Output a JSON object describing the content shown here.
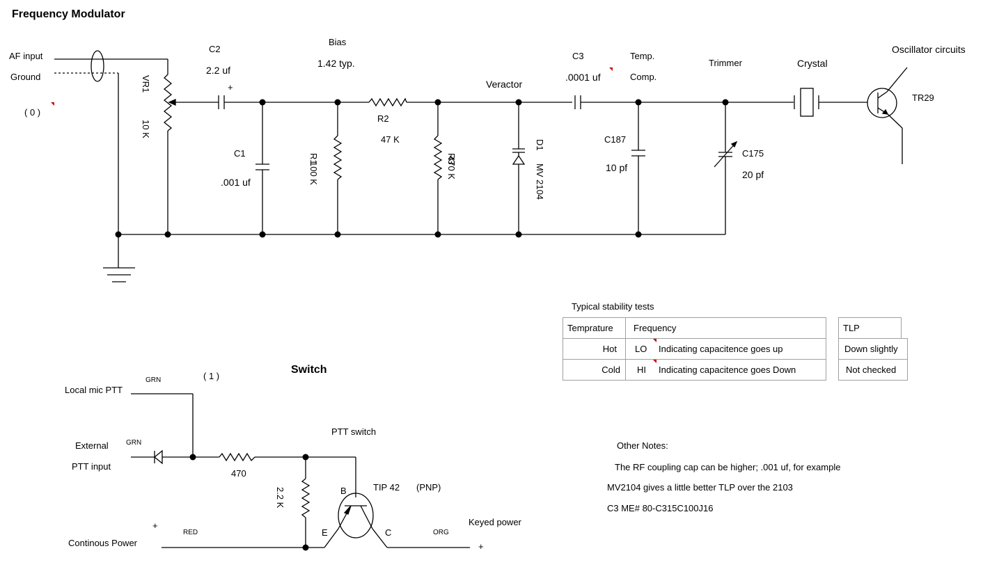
{
  "title": "Frequency Modulator",
  "modulator": {
    "af_input": "AF input",
    "ground": "Ground",
    "node0": "( 0 )",
    "vr1_name": "VR1",
    "vr1_value": "10 K",
    "c2_name": "C2",
    "c2_value": "2.2 uf",
    "c2_plus": "+",
    "c1_name": "C1",
    "c1_value": ".001 uf",
    "bias_label": "Bias",
    "bias_value": "1.42 typ.",
    "r1_name": "R1",
    "r1_value": "100 K",
    "r2_name": "R2",
    "r2_value": "47 K",
    "r3_name": "R3",
    "r3_value": "470 K",
    "veractor": "Veractor",
    "d1_name": "D1",
    "d1_value": "MV 2104",
    "c3_name": "C3",
    "c3_value": ".0001 uf",
    "temp_label": "Temp.",
    "comp_label": "Comp.",
    "c187_name": "C187",
    "c187_value": "10 pf",
    "trimmer": "Trimmer",
    "c175_name": "C175",
    "c175_value": "20 pf",
    "crystal": "Crystal",
    "osc": "Oscillator circuits",
    "tr29": "TR29"
  },
  "stability": {
    "title": "Typical stability tests",
    "header_temp": "Temprature",
    "header_freq": "Frequency",
    "header_tlp": "TLP",
    "rows": [
      {
        "temp": "Hot",
        "code": "LO",
        "desc": "Indicating capacitence goes up",
        "tlp": "Down slightly"
      },
      {
        "temp": "Cold",
        "code": "HI",
        "desc": "Indicating capacitence goes Down",
        "tlp": "Not checked"
      }
    ]
  },
  "switch": {
    "title": "Switch",
    "node1": "( 1 )",
    "local_mic": "Local mic PTT",
    "grn1": "GRN",
    "external": "External",
    "ptt_input": "PTT input",
    "grn2": "GRN",
    "r470": "470",
    "ptt_switch": "PTT switch",
    "r22k": "2.2 K",
    "b_label": "B",
    "tip42": "TIP 42",
    "pnp": "(PNP)",
    "e_label": "E",
    "c_label": "C",
    "plus1": "+",
    "red": "RED",
    "cont_power": "Continous Power",
    "keyed_power": "Keyed power",
    "org": "ORG",
    "plus2": "+"
  },
  "notes": {
    "title": "Other Notes:",
    "lines": [
      "The RF coupling cap can be higher; .001 uf, for example",
      "MV2104 gives a little better TLP over the 2103",
      "C3 ME# 80-C315C100J16"
    ]
  },
  "colors": {
    "wire": "#000000",
    "comment_flag": "#cc0000",
    "table_border": "#a0a0a0"
  }
}
